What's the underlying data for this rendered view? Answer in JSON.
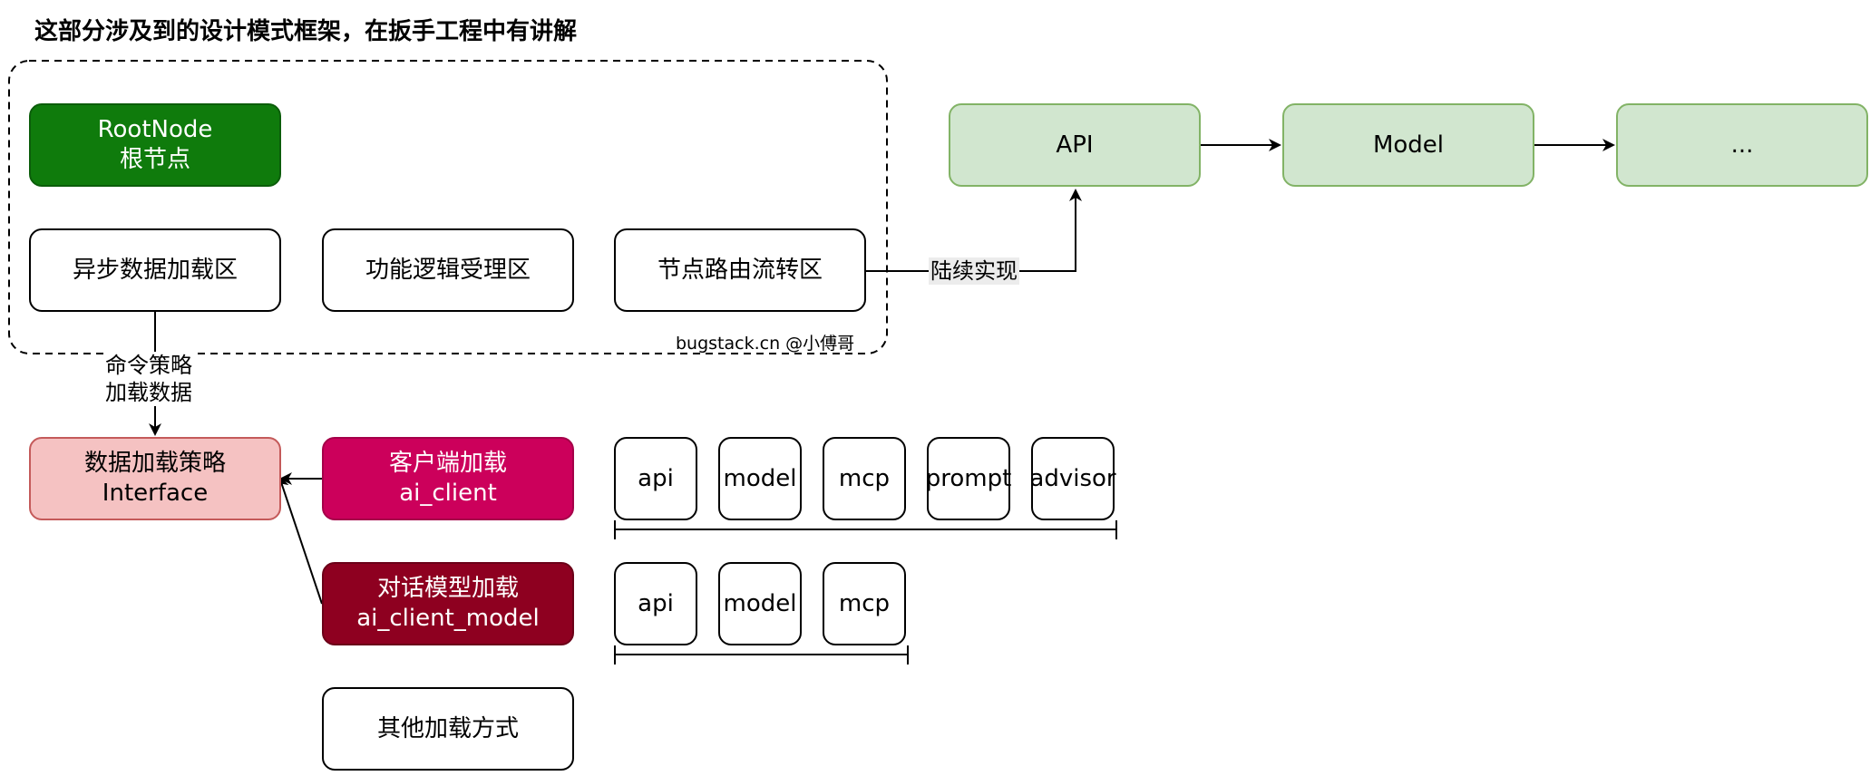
{
  "title": "这部分涉及到的设计模式框架，在扳手工程中有讲解",
  "group": {
    "root_node": {
      "line1": "RootNode",
      "line2": "根节点"
    },
    "async_zone": "异步数据加载区",
    "logic_zone": "功能逻辑受理区",
    "routing_zone": "节点路由流转区",
    "signature": "bugstack.cn @小傅哥"
  },
  "flow": {
    "edge_label": "陆续实现",
    "nodes": [
      "API",
      "Model",
      "..."
    ]
  },
  "command_edge_label": {
    "line1": "命令策略",
    "line2": "加载数据"
  },
  "strategy_interface": {
    "line1": "数据加载策略",
    "line2": "Interface"
  },
  "loaders": {
    "ai_client": {
      "line1": "客户端加载",
      "line2": "ai_client"
    },
    "ai_client_model": {
      "line1": "对话模型加载",
      "line2": "ai_client_model"
    },
    "other": "其他加载方式"
  },
  "client_components": [
    "api",
    "model",
    "mcp",
    "prompt",
    "advisor"
  ],
  "model_components": [
    "api",
    "model",
    "mcp"
  ],
  "colors": {
    "root_node_fill": "#0f7b0c",
    "flow_fill": "#d1e6cf",
    "flow_stroke": "#82b366",
    "interface_fill": "#f5c2c2",
    "ai_client_fill": "#cc005b",
    "ai_client_model_fill": "#8e0020"
  }
}
